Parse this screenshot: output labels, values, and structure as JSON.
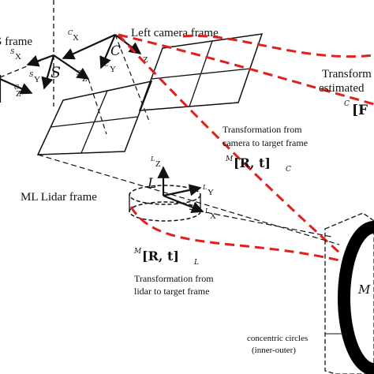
{
  "frames": {
    "s_frame": "S frame",
    "left_camera": "Left camera frame",
    "ml_lidar": "ML Lidar frame",
    "transform_right_top": "Transform",
    "estimated": "estimated"
  },
  "axes": {
    "s_x": "X",
    "s_y": "Y",
    "s_z": "Z",
    "c_x": "X",
    "c_y": "Y",
    "c_z": "Z",
    "l_x": "X",
    "l_y": "Y",
    "l_z": "Z",
    "script_s_x": "S",
    "script_s_y": "S",
    "script_s_z": "S",
    "script_c_x": "C",
    "script_c_y": "C",
    "script_c_z": "C",
    "script_l_x": "L",
    "script_l_y": "L",
    "script_l_z": "L"
  },
  "symbols": {
    "S": "S",
    "C": "C",
    "L": "L",
    "M": "M"
  },
  "annotations": {
    "cam_to_target_1": "Transformation from",
    "cam_to_target_2": "camera to target frame",
    "cam_to_target_eq": "[R, t]",
    "lidar_to_target_eq": "[R, t]",
    "lidar_to_target_1": "Transformation from",
    "lidar_to_target_2": "lidar to target frame",
    "concentric_1": "concentric circles",
    "concentric_2": "(inner-outer)",
    "right_eq_partial": "[F"
  },
  "colors": {
    "transform_line": "#e0201b",
    "ink": "#111111",
    "target_ring": "#000000"
  }
}
